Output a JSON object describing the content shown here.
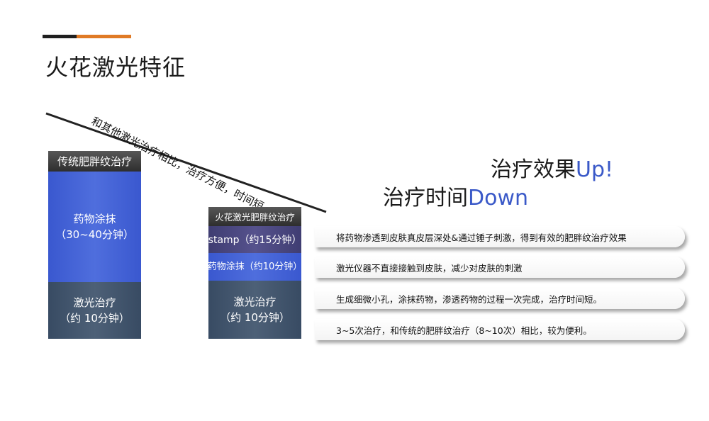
{
  "page": {
    "title": "火花激光特征"
  },
  "diagonal": {
    "text": "和其他激光治疗相比，治疗方便，时间短"
  },
  "traditional": {
    "header": "传统肥胖纹治疗",
    "drug_label": "药物涂抹",
    "drug_time": "（30~40分钟）",
    "laser_label": "激光治疗",
    "laser_time": "（约 10分钟）"
  },
  "spark": {
    "header": "火花激光肥胖纹治疗",
    "stamp": "stamp（约15分钟）",
    "drug": "药物涂抹（约10分钟）",
    "laser_label": "激光治疗",
    "laser_time": "（约 10分钟）"
  },
  "headline": {
    "effect_prefix": "治疗效果",
    "effect_accent": "Up!",
    "time_prefix": "治疗时间",
    "time_accent": "Down"
  },
  "features": [
    "将药物渗透到皮肤真皮层深处&通过锤子刺激，得到有效的肥胖纹治疗效果",
    "激光仪器不直接接触到皮肤，减少对皮肤的刺激",
    "生成细微小孔，涂抹药物，渗透药物的过程一次完成，治疗时间短。",
    "3~5次治疗，和传统的肥胖纹治疗（8~10次）相比，较为便利。"
  ],
  "colors": {
    "accent_orange": "#e07a25",
    "accent_blue": "#3a59c8",
    "blue_box": "#4561d6",
    "slate_box": "#42556d",
    "purple_box": "#4a4780"
  }
}
